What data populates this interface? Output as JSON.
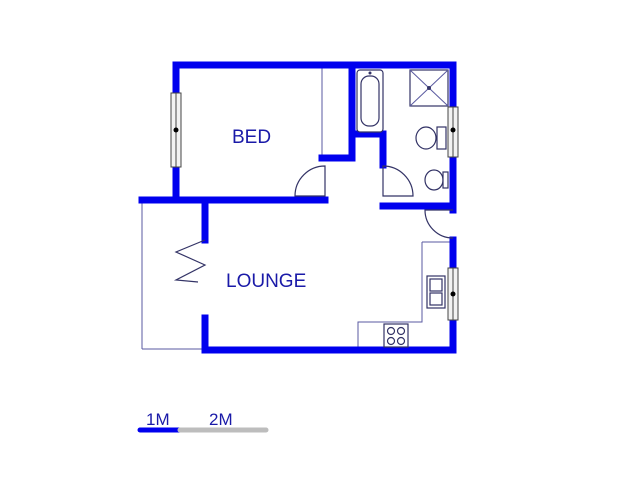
{
  "rooms": {
    "bed": "BED",
    "lounge": "LOUNGE"
  },
  "scale": {
    "label_1": "1M",
    "label_2": "2M",
    "primary_color": "#0000ee",
    "secondary_color": "#bdbdbd"
  },
  "colors": {
    "wall": "#0000ee",
    "label": "#1a1aa8"
  }
}
